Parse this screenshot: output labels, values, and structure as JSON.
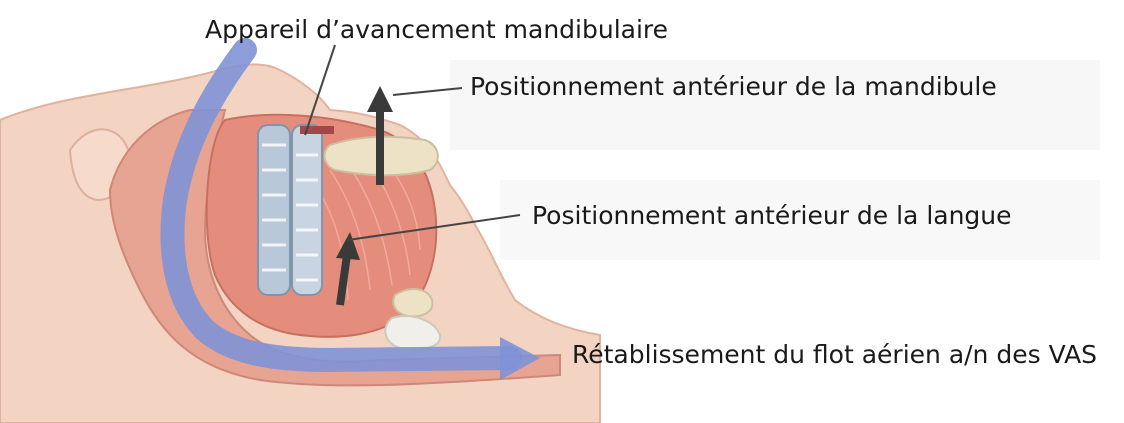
{
  "labels": {
    "device": "Appareil d’avancement mandibulaire",
    "mandible": "Positionnement antérieur de la mandibule",
    "tongue": "Positionnement antérieur de la langue",
    "airflow": "Rétablissement du flot aérien a/n des VAS"
  },
  "colors": {
    "skin": "#f3d3c2",
    "skin_outline": "#e0b39f",
    "tissue": "#e9a391",
    "muscle": "#e08676",
    "airflow_arrow": "#7f92d6",
    "bone": "#ede2c6",
    "appliance": "#b9c8d8",
    "arrow_dark": "#3a3a3a"
  }
}
